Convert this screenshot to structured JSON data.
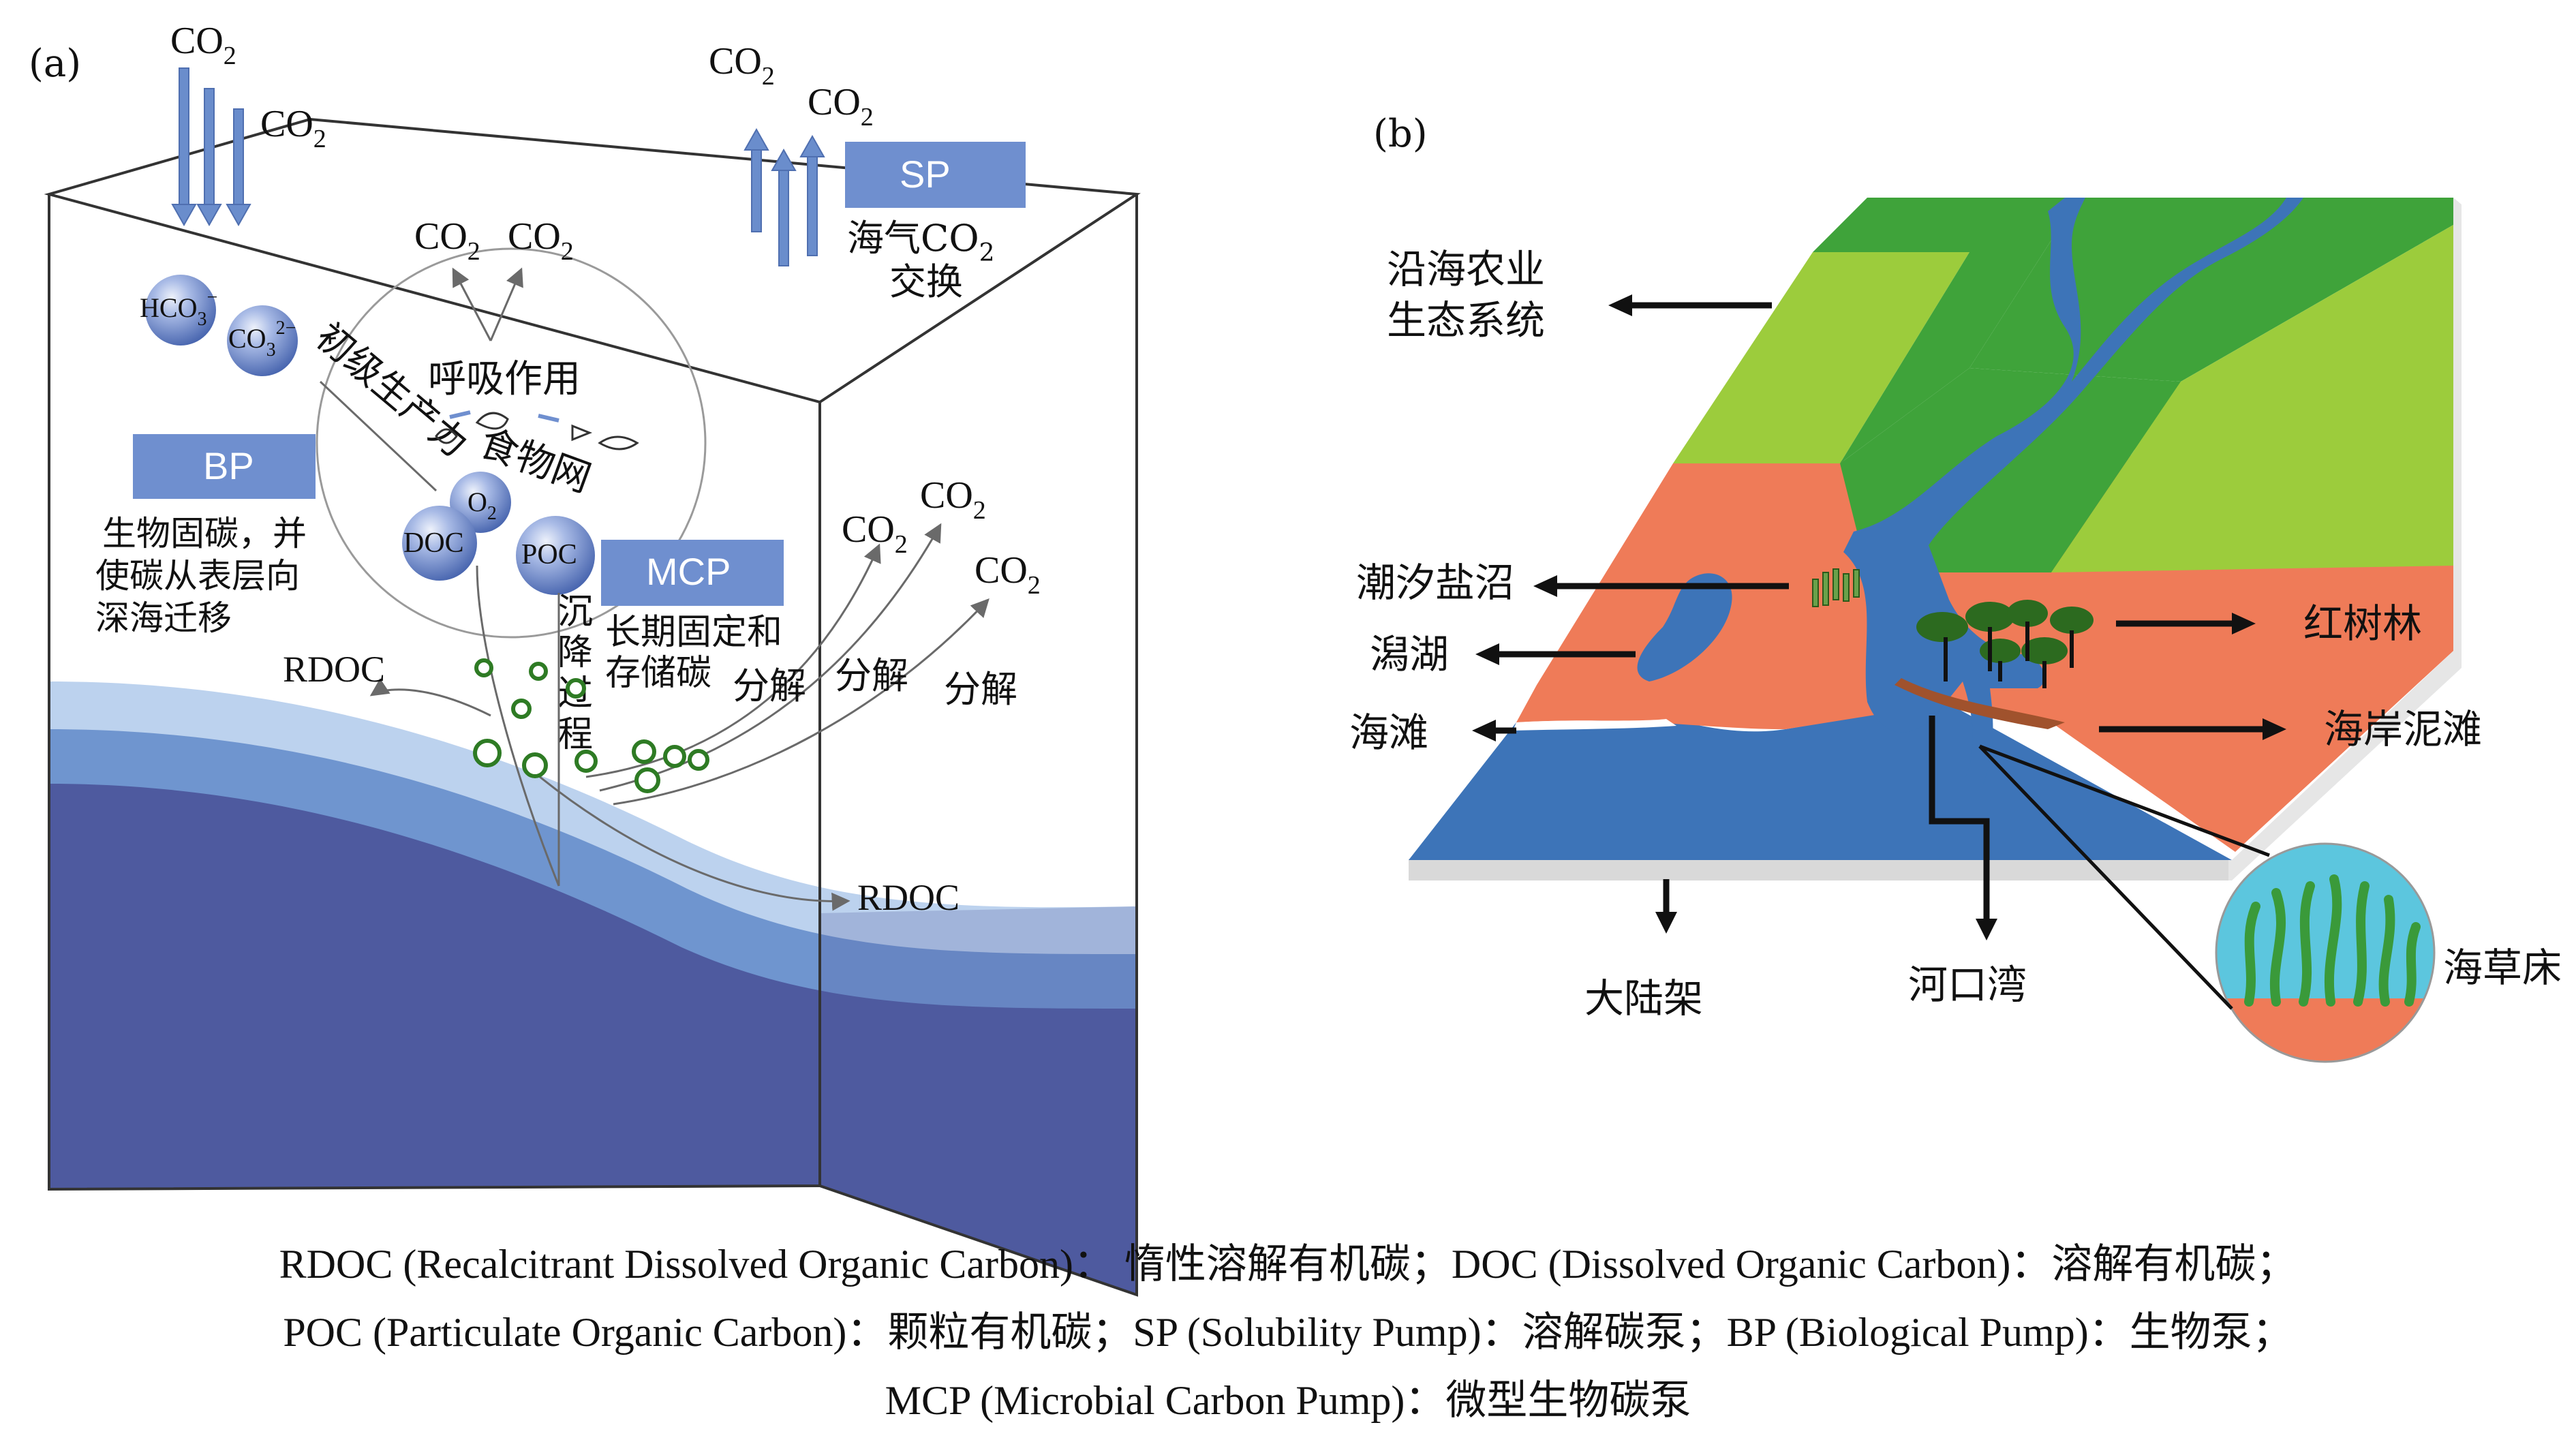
{
  "panel_a": {
    "label": "(a)",
    "co2_in_1": "CO",
    "co2_in_2": "CO",
    "co2_out_1": "CO",
    "co2_out_2": "CO",
    "co2_sub": "2",
    "co2_resp_1": "CO",
    "co2_resp_2": "CO",
    "co2_dec_1": "CO",
    "co2_dec_2": "CO",
    "co2_dec_3": "CO",
    "sp_label": "SP",
    "sp_desc_line1_pre": "海气CO",
    "sp_desc_line2": "交换",
    "hco3": "HCO",
    "hco3_sub": "3",
    "hco3_sup": "−",
    "co3": "CO",
    "co3_sub": "3",
    "co3_sup": "2−",
    "primary_production": "初级生产力",
    "respiration": "呼吸作用",
    "food_web": "食物网",
    "bp_label": "BP",
    "bp_desc": [
      "生物固碳，并",
      "使碳从表层向",
      "深海迁移"
    ],
    "o2": "O",
    "o2_sub": "2",
    "doc": "DOC",
    "poc": "POC",
    "mcp_label": "MCP",
    "mcp_desc": [
      "长期固定和",
      "存储碳"
    ],
    "sinking": [
      "沉",
      "降",
      "过",
      "程"
    ],
    "decompose_1": "分解",
    "decompose_2": "分解",
    "decompose_3": "分解",
    "rdoc_1": "RDOC",
    "rdoc_2": "RDOC"
  },
  "panel_b": {
    "label": "(b)",
    "coastal_agri": [
      "沿海农业",
      "生态系统"
    ],
    "salt_marsh": "潮汐盐沼",
    "lagoon": "潟湖",
    "beach": "海滩",
    "mangrove": "红树林",
    "mudflat": "海岸泥滩",
    "shelf": "大陆架",
    "estuary": "河口湾",
    "seagrass": "海草床"
  },
  "caption": {
    "line1": "RDOC (Recalcitrant Dissolved Organic Carbon)： 惰性溶解有机碳；DOC (Dissolved Organic Carbon)：溶解有机碳；",
    "line2": "POC (Particulate Organic Carbon)：颗粒有机碳；SP (Solubility Pump)：溶解碳泵；BP (Biological Pump)：生物泵；",
    "line3": "MCP (Microbial Carbon Pump)：微型生物碳泵"
  },
  "colors": {
    "arrow_blue": "#5b7fc2",
    "box_blue": "#6f8fcf",
    "ocean_light": "#bcd2ee",
    "ocean_mid": "#6f95cf",
    "ocean_deep": "#4e5a9f",
    "field_light": "#9ccc3c",
    "field_dark": "#3fa33a",
    "coastal_orange": "#ef7b58",
    "water_blue": "#3d74b8",
    "seagrass_bg": "#5cc6de"
  }
}
